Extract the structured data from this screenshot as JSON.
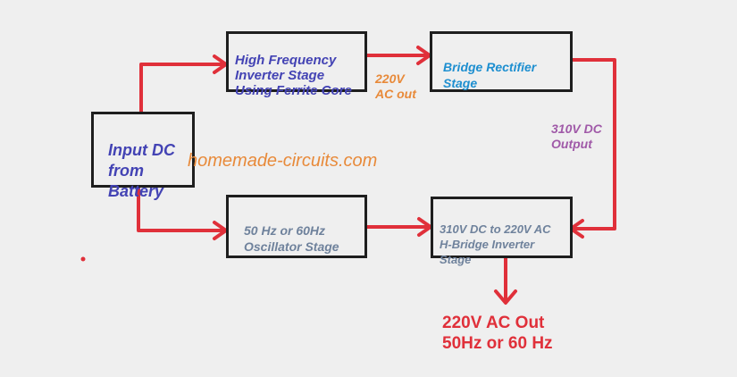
{
  "colors": {
    "wire": "#e0303a",
    "box_border": "#1e1e1e",
    "background": "#efefef",
    "blue_text": "#4343b4",
    "cyan_text": "#1e8fd0",
    "gray_text": "#6f829c",
    "orange_text": "#e88a3a",
    "purple_text": "#a05aa8",
    "red_text": "#e0303a"
  },
  "blocks": {
    "input": "Input DC\nfrom\nBattery",
    "hf_inverter": "High Frequency\nInverter Stage\nUsing Ferrite Core",
    "rectifier": "Bridge Rectifier\nStage",
    "oscillator": "50 Hz or 60Hz\nOscillator Stage",
    "hbridge": "310V DC to 220V AC\nH-Bridge Inverter\nStage"
  },
  "labels": {
    "ac_out_220": "220V\nAC out",
    "dc_output_310": "310V DC\nOutput",
    "watermark": "homemade-circuits.com",
    "final_output": "220V AC Out\n50Hz or 60 Hz"
  }
}
